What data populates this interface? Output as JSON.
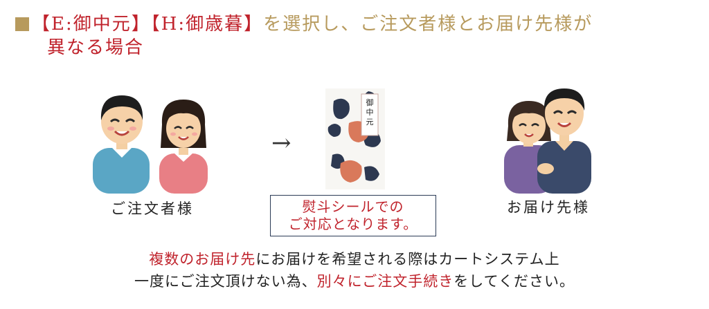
{
  "heading": {
    "bracket_e": "【E:御中元】",
    "bracket_h": "【H:御歳暮】",
    "text_a": "を選択し、ご注文者様とお届け先様が",
    "text_b": "異なる場合"
  },
  "orderer_label": "ご注文者様",
  "recipient_label": "お届け先様",
  "arrow": "→",
  "package_label": "御中元",
  "notice": {
    "line1": "熨斗シールでの",
    "line2": "ご対応となります。"
  },
  "note": {
    "line1_red": "複数のお届け先",
    "line1_rest": "にお届けを希望される際はカートシステム上",
    "line2_a": "一度にご注文頂けない為、",
    "line2_red": "別々にご注文手続き",
    "line2_b": "をしてください。"
  },
  "colors": {
    "gold": "#b79a5d",
    "red": "#c0232c",
    "navy": "#2a3a55"
  }
}
